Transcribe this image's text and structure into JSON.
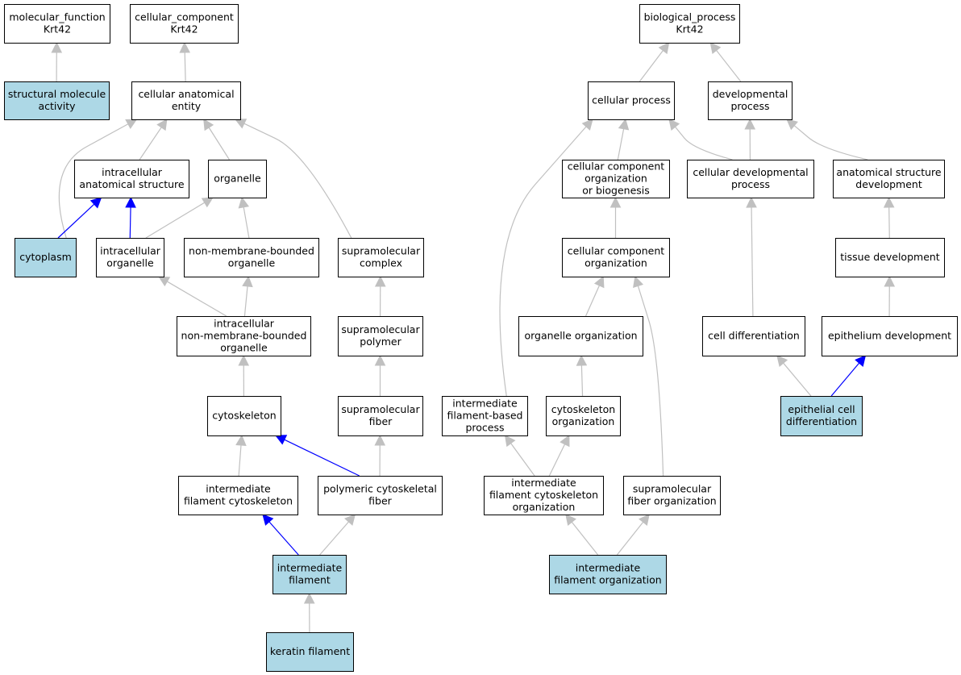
{
  "colors": {
    "highlight_fill": "#add8e6",
    "default_fill": "#ffffff",
    "is_a_edge": "#c0c0c0",
    "part_of_edge": "#0000ff"
  },
  "nodes": [
    {
      "id": "mf",
      "lines": [
        "molecular_function",
        "Krt42"
      ],
      "highlight": false
    },
    {
      "id": "cc",
      "lines": [
        "cellular_component",
        "Krt42"
      ],
      "highlight": false
    },
    {
      "id": "bp",
      "lines": [
        "biological_process",
        "Krt42"
      ],
      "highlight": false
    },
    {
      "id": "sma",
      "lines": [
        "structural molecule",
        "activity"
      ],
      "highlight": true
    },
    {
      "id": "cae",
      "lines": [
        "cellular anatomical",
        "entity"
      ],
      "highlight": false
    },
    {
      "id": "cp",
      "lines": [
        "cellular process"
      ],
      "highlight": false
    },
    {
      "id": "devp",
      "lines": [
        "developmental",
        "process"
      ],
      "highlight": false
    },
    {
      "id": "ias",
      "lines": [
        "intracellular",
        "anatomical structure"
      ],
      "highlight": false
    },
    {
      "id": "org",
      "lines": [
        "organelle"
      ],
      "highlight": false
    },
    {
      "id": "ccob",
      "lines": [
        "cellular component",
        "organization",
        "or biogenesis"
      ],
      "highlight": false
    },
    {
      "id": "cdp",
      "lines": [
        "cellular developmental",
        "process"
      ],
      "highlight": false
    },
    {
      "id": "asd",
      "lines": [
        "anatomical structure",
        "development"
      ],
      "highlight": false
    },
    {
      "id": "cyto",
      "lines": [
        "cytoplasm"
      ],
      "highlight": true
    },
    {
      "id": "io",
      "lines": [
        "intracellular",
        "organelle"
      ],
      "highlight": false
    },
    {
      "id": "nmbo",
      "lines": [
        "non-membrane-bounded",
        "organelle"
      ],
      "highlight": false
    },
    {
      "id": "smc",
      "lines": [
        "supramolecular",
        "complex"
      ],
      "highlight": false
    },
    {
      "id": "cco",
      "lines": [
        "cellular component",
        "organization"
      ],
      "highlight": false
    },
    {
      "id": "td",
      "lines": [
        "tissue development"
      ],
      "highlight": false
    },
    {
      "id": "inmbo",
      "lines": [
        "intracellular",
        "non-membrane-bounded",
        "organelle"
      ],
      "highlight": false
    },
    {
      "id": "smp",
      "lines": [
        "supramolecular",
        "polymer"
      ],
      "highlight": false
    },
    {
      "id": "oo",
      "lines": [
        "organelle organization"
      ],
      "highlight": false
    },
    {
      "id": "cd",
      "lines": [
        "cell differentiation"
      ],
      "highlight": false
    },
    {
      "id": "ed",
      "lines": [
        "epithelium development"
      ],
      "highlight": false
    },
    {
      "id": "cytosk",
      "lines": [
        "cytoskeleton"
      ],
      "highlight": false
    },
    {
      "id": "smf",
      "lines": [
        "supramolecular",
        "fiber"
      ],
      "highlight": false
    },
    {
      "id": "ifbp",
      "lines": [
        "intermediate",
        "filament-based",
        "process"
      ],
      "highlight": false
    },
    {
      "id": "csko",
      "lines": [
        "cytoskeleton",
        "organization"
      ],
      "highlight": false
    },
    {
      "id": "ecd",
      "lines": [
        "epithelial cell",
        "differentiation"
      ],
      "highlight": true
    },
    {
      "id": "ifc",
      "lines": [
        "intermediate",
        "filament cytoskeleton"
      ],
      "highlight": false
    },
    {
      "id": "pcf",
      "lines": [
        "polymeric cytoskeletal",
        "fiber"
      ],
      "highlight": false
    },
    {
      "id": "ifco",
      "lines": [
        "intermediate",
        "filament cytoskeleton",
        "organization"
      ],
      "highlight": false
    },
    {
      "id": "smfo",
      "lines": [
        "supramolecular",
        "fiber organization"
      ],
      "highlight": false
    },
    {
      "id": "if",
      "lines": [
        "intermediate",
        "filament"
      ],
      "highlight": true
    },
    {
      "id": "ifo",
      "lines": [
        "intermediate",
        "filament organization"
      ],
      "highlight": true
    },
    {
      "id": "kf",
      "lines": [
        "keratin filament"
      ],
      "highlight": true
    }
  ],
  "edges": [
    {
      "from": "sma",
      "to": "mf",
      "type": "is_a"
    },
    {
      "from": "cae",
      "to": "cc",
      "type": "is_a"
    },
    {
      "from": "cp",
      "to": "bp",
      "type": "is_a"
    },
    {
      "from": "devp",
      "to": "bp",
      "type": "is_a"
    },
    {
      "from": "ias",
      "to": "cae",
      "type": "is_a"
    },
    {
      "from": "org",
      "to": "cae",
      "type": "is_a"
    },
    {
      "from": "cyto",
      "to": "cae",
      "type": "is_a"
    },
    {
      "from": "smc",
      "to": "cae",
      "type": "is_a"
    },
    {
      "from": "cyto",
      "to": "ias",
      "type": "part_of"
    },
    {
      "from": "io",
      "to": "ias",
      "type": "part_of"
    },
    {
      "from": "io",
      "to": "org",
      "type": "is_a"
    },
    {
      "from": "nmbo",
      "to": "org",
      "type": "is_a"
    },
    {
      "from": "inmbo",
      "to": "io",
      "type": "is_a"
    },
    {
      "from": "inmbo",
      "to": "nmbo",
      "type": "is_a"
    },
    {
      "from": "cytosk",
      "to": "inmbo",
      "type": "is_a"
    },
    {
      "from": "smp",
      "to": "smc",
      "type": "is_a"
    },
    {
      "from": "smf",
      "to": "smp",
      "type": "is_a"
    },
    {
      "from": "ifc",
      "to": "cytosk",
      "type": "is_a"
    },
    {
      "from": "pcf",
      "to": "cytosk",
      "type": "part_of"
    },
    {
      "from": "pcf",
      "to": "smf",
      "type": "is_a"
    },
    {
      "from": "if",
      "to": "ifc",
      "type": "part_of"
    },
    {
      "from": "if",
      "to": "pcf",
      "type": "is_a"
    },
    {
      "from": "kf",
      "to": "if",
      "type": "is_a"
    },
    {
      "from": "ccob",
      "to": "cp",
      "type": "is_a"
    },
    {
      "from": "cdp",
      "to": "cp",
      "type": "is_a"
    },
    {
      "from": "ifbp",
      "to": "cp",
      "type": "is_a"
    },
    {
      "from": "cdp",
      "to": "devp",
      "type": "is_a"
    },
    {
      "from": "asd",
      "to": "devp",
      "type": "is_a"
    },
    {
      "from": "cco",
      "to": "ccob",
      "type": "is_a"
    },
    {
      "from": "oo",
      "to": "cco",
      "type": "is_a"
    },
    {
      "from": "smfo",
      "to": "cco",
      "type": "is_a"
    },
    {
      "from": "csko",
      "to": "oo",
      "type": "is_a"
    },
    {
      "from": "ifco",
      "to": "ifbp",
      "type": "is_a"
    },
    {
      "from": "ifco",
      "to": "csko",
      "type": "is_a"
    },
    {
      "from": "ifo",
      "to": "ifco",
      "type": "is_a"
    },
    {
      "from": "ifo",
      "to": "smfo",
      "type": "is_a"
    },
    {
      "from": "cd",
      "to": "cdp",
      "type": "is_a"
    },
    {
      "from": "td",
      "to": "asd",
      "type": "is_a"
    },
    {
      "from": "ed",
      "to": "td",
      "type": "is_a"
    },
    {
      "from": "ecd",
      "to": "cd",
      "type": "is_a"
    },
    {
      "from": "ecd",
      "to": "ed",
      "type": "part_of"
    }
  ]
}
